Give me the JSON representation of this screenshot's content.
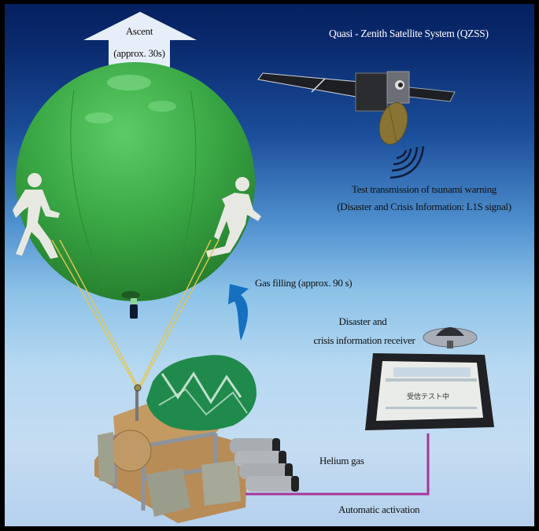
{
  "figure": {
    "title": "Quasi - Zenith Satellite System (QZSS)",
    "ascent": {
      "line1": "Ascent",
      "line2": "(approx. 30s)"
    },
    "transmission": {
      "line1": "Test transmission of tsunami warning",
      "line2": "(Disaster and Crisis Information: L1S signal)"
    },
    "gas_filling": "Gas filling (approx. 90 s)",
    "receiver": {
      "line1": "Disaster and",
      "line2": "crisis information receiver"
    },
    "helium": "Helium gas",
    "activation": "Automatic activation",
    "receiver_panel": {
      "line1": "受信テスト中"
    }
  },
  "colors": {
    "sky_top": "#04205f",
    "sky_bottom": "#b5d1ee",
    "balloon": "#3aa845",
    "arrow_blue": "#1570c0",
    "wire_purple": "#a8359a",
    "tether_yellow": "#e8c64a"
  }
}
